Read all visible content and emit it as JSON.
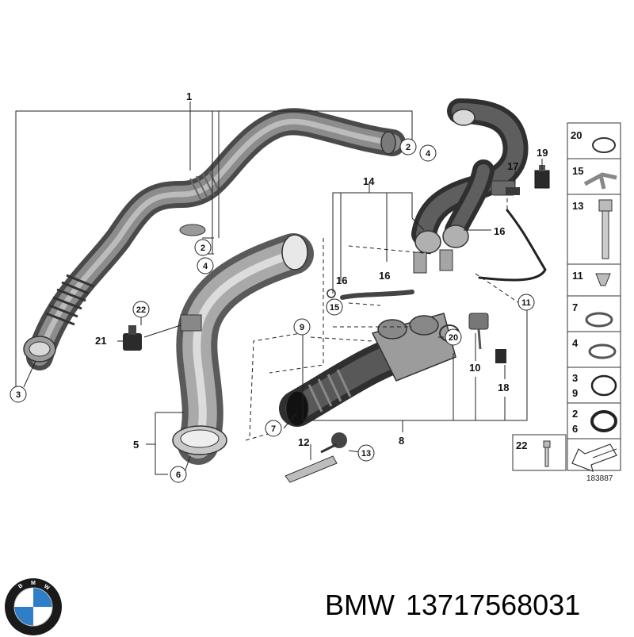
{
  "diagram": {
    "callouts": {
      "c1": "1",
      "c2a": "2",
      "c4a": "4",
      "c2b": "2",
      "c4b": "4",
      "c3": "3",
      "c14": "14",
      "c17": "17",
      "c19": "19",
      "c16a": "16",
      "c16b": "16",
      "c16c": "16",
      "c15": "15",
      "c22": "22",
      "c21": "21",
      "c9": "9",
      "c20": "20",
      "c11": "11",
      "c10": "10",
      "c18": "18",
      "c5": "5",
      "c6": "6",
      "c7": "7",
      "c8": "8",
      "c12": "12",
      "c13": "13"
    },
    "legend": {
      "r20": "20",
      "r15": "15",
      "r13": "13",
      "r11": "11",
      "r7": "7",
      "r4": "4",
      "r3": "3",
      "r9": "9",
      "r2": "2",
      "r6": "6",
      "r22": "22"
    },
    "reference_number": "183887"
  },
  "footer": {
    "brand": "BMW",
    "part_number": "13717568031"
  },
  "colors": {
    "hose_dark": "#5a5a5a",
    "hose_mid": "#8a8a8a",
    "hose_light": "#c4c4c4",
    "logo_blue": "#2f7fc8",
    "logo_ring": "#1a1a1a"
  }
}
